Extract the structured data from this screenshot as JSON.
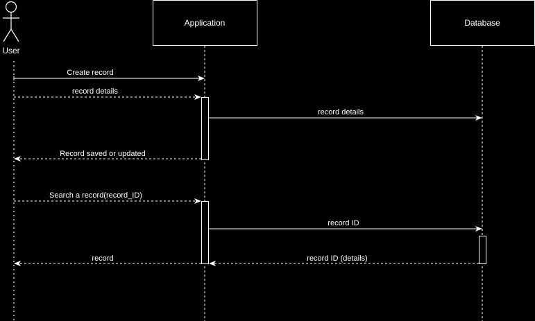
{
  "diagram": {
    "type": "sequence",
    "colors": {
      "background": "#000000",
      "line": "#ffffff",
      "text": "#ffffff"
    },
    "participants": [
      {
        "id": "user",
        "label": "User",
        "kind": "actor"
      },
      {
        "id": "app",
        "label": "Application",
        "kind": "box"
      },
      {
        "id": "db",
        "label": "Database",
        "kind": "box"
      }
    ],
    "messages": [
      {
        "id": "m1",
        "from": "user",
        "to": "app",
        "label": "Create record",
        "style": "solid"
      },
      {
        "id": "m2",
        "from": "user",
        "to": "app",
        "label": "record details",
        "style": "dashed"
      },
      {
        "id": "m3",
        "from": "app",
        "to": "db",
        "label": "record details",
        "style": "solid"
      },
      {
        "id": "m4",
        "from": "app",
        "to": "user",
        "label": "Record saved or updated",
        "style": "dashed"
      },
      {
        "id": "m5",
        "from": "user",
        "to": "app",
        "label": "Search a record(record_ID)",
        "style": "dashed"
      },
      {
        "id": "m6",
        "from": "app",
        "to": "db",
        "label": "record ID",
        "style": "solid"
      },
      {
        "id": "m7",
        "from": "db",
        "to": "app",
        "label": "record ID (details)",
        "style": "dashed"
      },
      {
        "id": "m8",
        "from": "app",
        "to": "user",
        "label": "record",
        "style": "dashed"
      }
    ]
  }
}
